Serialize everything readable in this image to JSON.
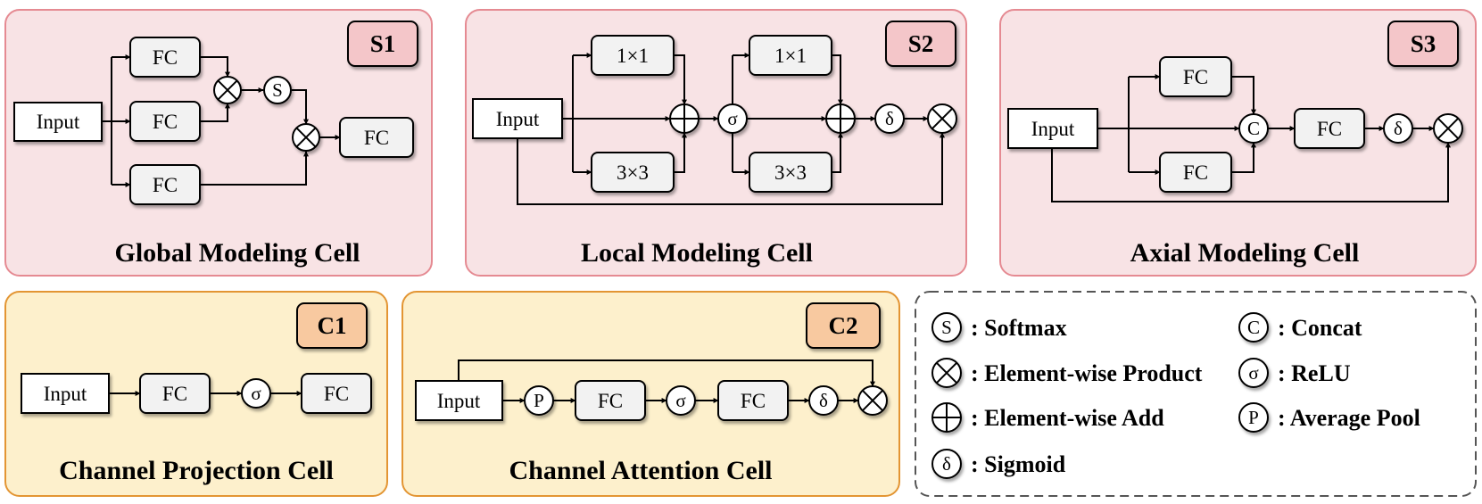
{
  "colors": {
    "s_panel_fill": "#f8e3e5",
    "s_panel_border": "#e58a92",
    "s_tag_fill": "#f4c6c9",
    "c_panel_fill": "#fdf0cc",
    "c_panel_border": "#e39533",
    "c_tag_fill": "#f8c9a0",
    "node_fill": "#f2f2f2"
  },
  "panels": {
    "s1": {
      "tag": "S1",
      "title": "Global Modeling Cell",
      "nodes": {
        "input": "Input",
        "fc1": "FC",
        "fc2": "FC",
        "fc3": "FC",
        "fc_out": "FC"
      },
      "ops": {
        "product1": "×",
        "softmax": "S",
        "product2": "×"
      }
    },
    "s2": {
      "tag": "S2",
      "title": "Local Modeling Cell",
      "nodes": {
        "input": "Input",
        "conv1a": "1×1",
        "conv3a": "3×3",
        "conv1b": "1×1",
        "conv3b": "3×3"
      },
      "ops": {
        "add1": "+",
        "relu": "σ",
        "add2": "+",
        "sigmoid": "δ",
        "product": "×"
      }
    },
    "s3": {
      "tag": "S3",
      "title": "Axial Modeling Cell",
      "nodes": {
        "input": "Input",
        "fc_top": "FC",
        "fc_bottom": "FC",
        "fc_out": "FC"
      },
      "ops": {
        "concat": "C",
        "sigmoid": "δ",
        "product": "×"
      }
    },
    "c1": {
      "tag": "C1",
      "title": "Channel Projection Cell",
      "nodes": {
        "input": "Input",
        "fc1": "FC",
        "fc2": "FC"
      },
      "ops": {
        "relu": "σ"
      }
    },
    "c2": {
      "tag": "C2",
      "title": "Channel Attention Cell",
      "nodes": {
        "input": "Input",
        "fc1": "FC",
        "fc2": "FC"
      },
      "ops": {
        "pool": "P",
        "relu": "σ",
        "sigmoid": "δ",
        "product": "×"
      }
    }
  },
  "legend": {
    "softmax": {
      "symbol": "S",
      "label": ": Softmax"
    },
    "product": {
      "symbol": "×",
      "label": ": Element-wise Product"
    },
    "add": {
      "symbol": "+",
      "label": ": Element-wise Add"
    },
    "sigmoid": {
      "symbol": "δ",
      "label": ": Sigmoid"
    },
    "concat": {
      "symbol": "C",
      "label": ": Concat"
    },
    "relu": {
      "symbol": "σ",
      "label": ": ReLU"
    },
    "pool": {
      "symbol": "P",
      "label": ": Average Pool"
    }
  }
}
